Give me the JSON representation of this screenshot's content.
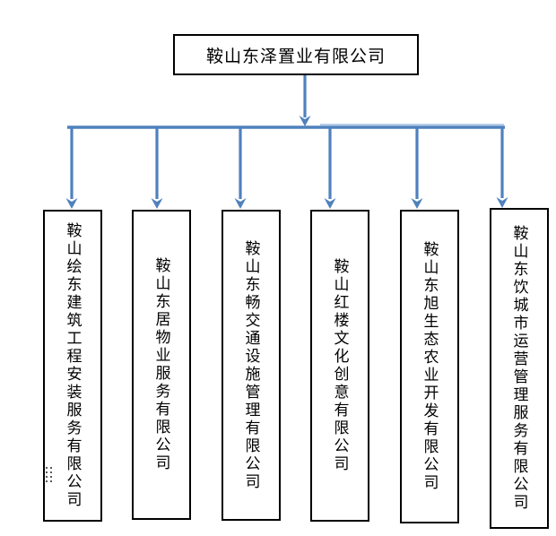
{
  "org_chart": {
    "root": {
      "label": "鞍山东泽置业有限公司"
    },
    "children": [
      {
        "label": "鞍山绘东建筑工程安装服务有限公司"
      },
      {
        "label": "鞍山东居物业服务有限公司"
      },
      {
        "label": "鞍山东畅交通设施管理有限公司"
      },
      {
        "label": "鞍山红楼文化创意有限公司"
      },
      {
        "label": "鞍山东旭生态农业开发有限公司"
      },
      {
        "label": "鞍山东饮城市运营管理服务有限公司"
      }
    ],
    "colors": {
      "connector": "#4f81bd",
      "connector_highlight": "#a9c5e4",
      "box_border": "#000000",
      "text": "#000000",
      "background": "#ffffff"
    }
  }
}
